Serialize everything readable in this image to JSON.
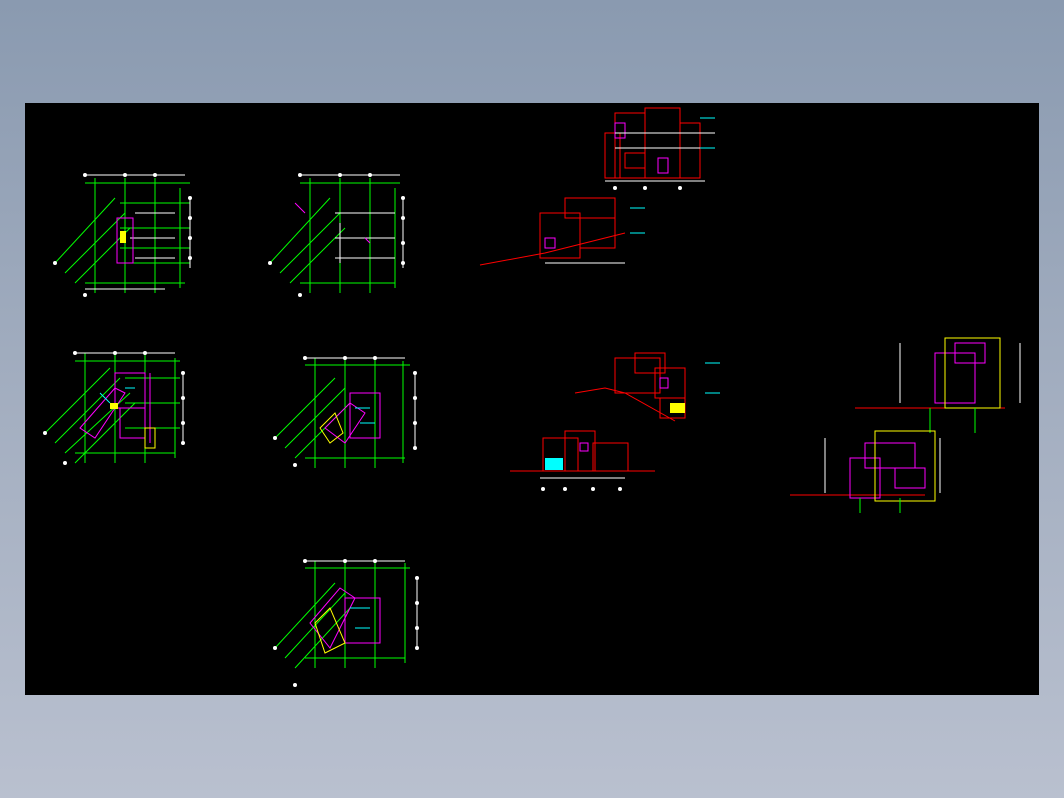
{
  "colors": {
    "page_top": "#8a9ab0",
    "page_bottom": "#b9c0cf",
    "canvas": "#000000",
    "grid": "#00ff00",
    "wall": "#ff00ff",
    "elevation": "#ff0000",
    "dimension": "#ffffff",
    "annotation": "#00ffff",
    "stair": "#ffff00"
  },
  "drawings": {
    "floor_plans": 5,
    "elevations": 3,
    "sections": 2
  }
}
